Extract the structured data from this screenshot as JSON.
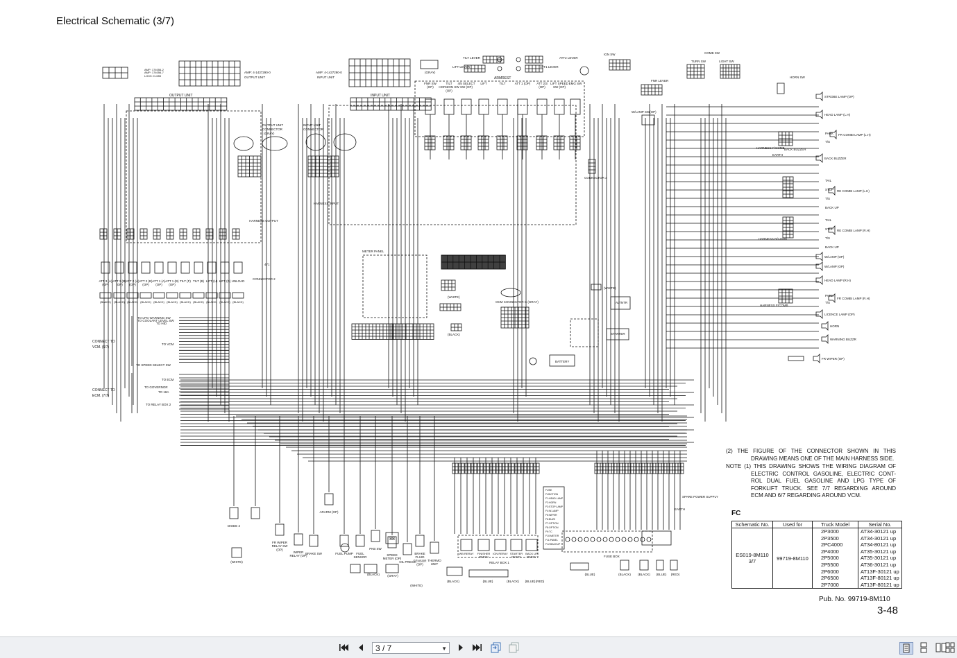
{
  "document": {
    "title": "Electrical Schematic (3/7)",
    "pub_no": "Pub. No. 99719-8M110",
    "page_number": "3-48"
  },
  "notes": {
    "note2": "(2)  THE FIGURE OF THE CONNECTOR SHOWN IN THIS DRAWING MEANS ONE OF THE MAIN HARNESS SIDE.",
    "note1": "NOTE (1)  THIS DRAWING SHOWS THE WIRING DIAGRAM OF ELECTRIC CONTROL GASOLINE, ELECTRIC CONT-ROL DUAL FUEL GASOLINE AND LPG TYPE OF FORKLIFT TRUCK. SEE 7/7 REGARDING AROUND ECM AND 6/7 REGARDING AROUND VCM."
  },
  "ref_table": {
    "heading": "FC",
    "headers": [
      "Schematic No.",
      "Used for",
      "Truck Model",
      "Serial No."
    ],
    "schematic_no": "ES019-8M110\n3/7",
    "used_for": "99719-8M110",
    "truck_models": "2P3000\n2P3500\n2PC4000\n2P4000\n2P5000\n2P5500\n2P6000\n2P6500\n2P7000",
    "serial_nos": "AT34-30121 up\nAT34-30121 up\nAT34-80121 up\nAT35-30121 up\nAT35-30121 up\nAT36-30121 up\nAT13F-30121 up\nAT13F-80121 up\nAT13F-80121 up"
  },
  "labels": {
    "output_unit": "OUTPUT UNIT",
    "input_unit": "INPUT UNIT",
    "output_unit_connector": "OUTPUT UNIT CONNECTOR (GRAY)",
    "input_unit_connector": "INPUT UNIT CONNECTOR",
    "harness_output": "HARNESS OUTPUT",
    "harness_input": "HARNESS INPUT",
    "meter_panel": "METER PANEL",
    "connector2": "CONNECTOR 2",
    "connector3": "CONNECTOR 3",
    "ocm_connector": "OCM CONNECTOR C (GRAY)",
    "tilt_lever": "TILT LEVER",
    "lift_lever": "LIFT LEVER",
    "att2_lever": "ATT2 LEVER",
    "att1_lever": "ATT1 LEVER",
    "armrest": "ARMREST",
    "ign_sw": "IGN SW",
    "comb_sw": "COMB SW",
    "turn_sw": "TURN SW",
    "light_sw": "LIGHT SW",
    "fnr_lever": "FNR LEVER",
    "horn_sw": "HORN SW",
    "strobe_lamp": "STROBE LAMP (OP)",
    "head_lamp_lh": "HEAD LAMP (L.H)",
    "fr_combi_lh": "FR COMBI LAMP (L.H)",
    "back_buzzer": "BACK BUZZER",
    "re_combi_lh": "RE COMBI LAMP (L.H)",
    "re_combi_rh": "RE COMBI LAMP (R.H)",
    "harness_frcomb": "HARNESS F/COMB",
    "harness_rcomb": "HARNESS R/COMB",
    "wlamp1": "W/LAMP (OP)",
    "wlamp2": "W/LAMP (OP)",
    "head_lamp_rh": "HEAD LAMP (R.H)",
    "fr_combi_rh": "FR COMBI LAMP (R.H)",
    "licence_lamp": "LICENCE LAMP (OP)",
    "horn": "HORN",
    "warning_buzzer": "WARNING BUZZR",
    "fr_wiper": "FR WIPER (OP)",
    "starter": "STARTER",
    "altntr": "ALTNTR",
    "battery": "BATTERY",
    "connect_vcm": "CONNECT TO VCM. (6/7)",
    "connect_ecm": "CONNECT TO ECM. (7/7)",
    "to_lpg": "TO LPG WARNING SW",
    "to_coolant": "TO COOLANT LEVEL SW",
    "to_hid": "TO HID",
    "to_vcm": "TO VCM",
    "to_speed": "TO SPEED SELECT SW",
    "to_ecm": "TO ECM",
    "to_governor": "TO GOVERNOR",
    "to_18a": "TO 18A",
    "to_relay_box2": "TO RELAY BOX 2",
    "fuse_box": "FUSE BOX",
    "relay_box1": "RELAY BOX 1",
    "spare_power": "SPARE POWER SUPPLY",
    "earth": "EARTH",
    "diode2": "DIODE 2",
    "fr_wiper_relay_sw": "FR WIPER RELAY SW (OP)",
    "wiper_relay": "WIPER RELAY (OP)",
    "brake_sw": "BRAKE SW",
    "fuel_pump": "FUEL PUMP",
    "fuel_sensor": "FUEL SENSOR",
    "pkb_sw": "PKB SW",
    "speed_meter": "SPEED METER (OP)",
    "oil_press": "OIL PRESS",
    "brake_fluid": "BRAKE FLUID SENSOR (OP)",
    "thermo_unit": "THERMO UNIT",
    "ararm": "ARARM (OP)"
  },
  "switches": [
    "FNR SW (OP)",
    "TILT HORIZON SW (OP)",
    "4/5 SELECT SW (OP)",
    "LIFT",
    "TILT",
    "ATT 1 (OP)",
    "ATT 2/3 (OP)",
    "LIFT SPEED SW (OP)",
    "EMG SW"
  ],
  "valves": [
    "ATT 3 (A) (OP)",
    "ATT 3 (B) (OP)",
    "ATT 2 (A) (OP)",
    "ATT 2 (B) (OP)",
    "ATT 1 (A) (OP)",
    "ATT 1 (B) (OP)",
    "TILT (F)",
    "TILT (B)",
    "LIFT (U)",
    "LIFT (D)",
    "UNLOAD"
  ],
  "relays": [
    "WB RERAY",
    "FINISHER RERAY",
    "IGN RERAY",
    "STARTER RERAY",
    "BACK UP RERAY"
  ],
  "color_tags": [
    "(BLACK)",
    "(WHITE)",
    "(GRAY)",
    "(BLUE)",
    "(RED)"
  ],
  "toolbar": {
    "page_value": "3 / 7",
    "first_icon": "first-page-icon",
    "prev_icon": "prev-page-icon",
    "next_icon": "next-page-icon",
    "last_icon": "last-page-icon"
  }
}
